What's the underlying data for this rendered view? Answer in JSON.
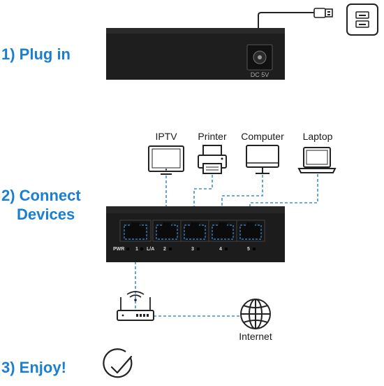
{
  "steps": {
    "step1": "1) Plug in",
    "step2_line1": "2) Connect",
    "step2_line2": "Devices",
    "step3": "3) Enjoy!"
  },
  "power": {
    "dc_label": "DC 5V"
  },
  "devices": {
    "iptv": "IPTV",
    "printer": "Printer",
    "computer": "Computer",
    "laptop": "Laptop"
  },
  "switch": {
    "pwr_label": "PWR",
    "port1_label": "1",
    "link_label": "L/A",
    "port2_label": "2",
    "port3_label": "3",
    "port4_label": "4",
    "port5_label": "5"
  },
  "network": {
    "internet_label": "Internet"
  },
  "colors": {
    "accent": "#1a7fd0",
    "cable": "#3a8fd8",
    "device_body": "#1c1c1c"
  },
  "icons": {
    "usb_plug": "usb-plug-icon",
    "usb_adapter": "usb-adapter-icon",
    "tv": "tv-icon",
    "printer": "printer-icon",
    "monitor": "monitor-icon",
    "laptop": "laptop-icon",
    "router": "router-icon",
    "globe": "globe-icon",
    "check": "check-circle-icon"
  }
}
